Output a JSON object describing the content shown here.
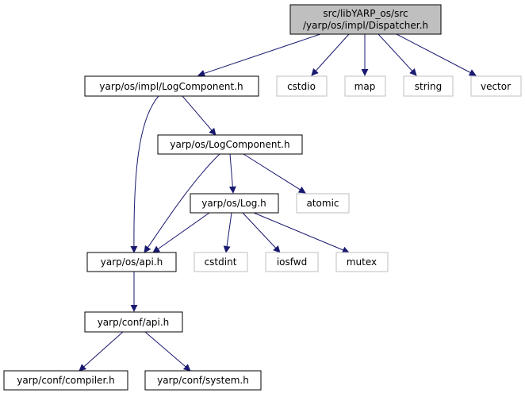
{
  "graph": {
    "root": {
      "line1": "src/libYARP_os/src",
      "line2": "/yarp/os/impl/Dispatcher.h"
    },
    "nodes": {
      "log_component_impl": "yarp/os/impl/LogComponent.h",
      "cstdio": "cstdio",
      "map": "map",
      "string": "string",
      "vector": "vector",
      "log_component": "yarp/os/LogComponent.h",
      "log": "yarp/os/Log.h",
      "atomic": "atomic",
      "os_api": "yarp/os/api.h",
      "cstdint": "cstdint",
      "iosfwd": "iosfwd",
      "mutex": "mutex",
      "conf_api": "yarp/conf/api.h",
      "compiler": "yarp/conf/compiler.h",
      "system": "yarp/conf/system.h"
    },
    "colors": {
      "root_fill": "#bfbfbf",
      "internal_border": "#000000",
      "external_border": "#bfbfbf",
      "edge": "#191970"
    }
  }
}
